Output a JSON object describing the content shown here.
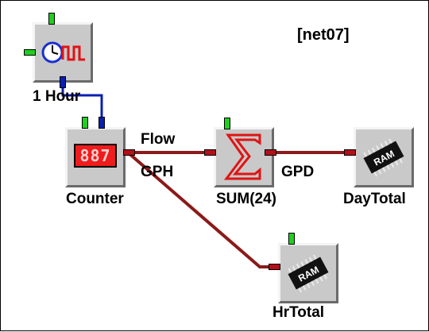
{
  "diagram": {
    "net_label": "[net07]",
    "blocks": [
      {
        "id": "timer",
        "label": "1 Hour",
        "icon": "clock-pulse-icon"
      },
      {
        "id": "counter",
        "label": "Counter",
        "icon": "led-display-icon",
        "display": "887"
      },
      {
        "id": "sum",
        "label": "SUM(24)",
        "icon": "sigma-icon"
      },
      {
        "id": "daytotal",
        "label": "DayTotal",
        "icon": "ram-chip-icon",
        "chip_text": "RAM"
      },
      {
        "id": "hrtotal",
        "label": "HrTotal",
        "icon": "ram-chip-icon",
        "chip_text": "RAM"
      }
    ],
    "wire_labels": {
      "flow": "Flow",
      "gph": "GPH",
      "gpd": "GPD"
    },
    "colors": {
      "block_face": "#c9c9c9",
      "wire_signal": "#8b1a1a",
      "wire_clock": "#0a1fb0",
      "pin_enable": "#1fd01f",
      "led_red": "#ee1c1c",
      "sigma_red": "#e01414"
    }
  }
}
